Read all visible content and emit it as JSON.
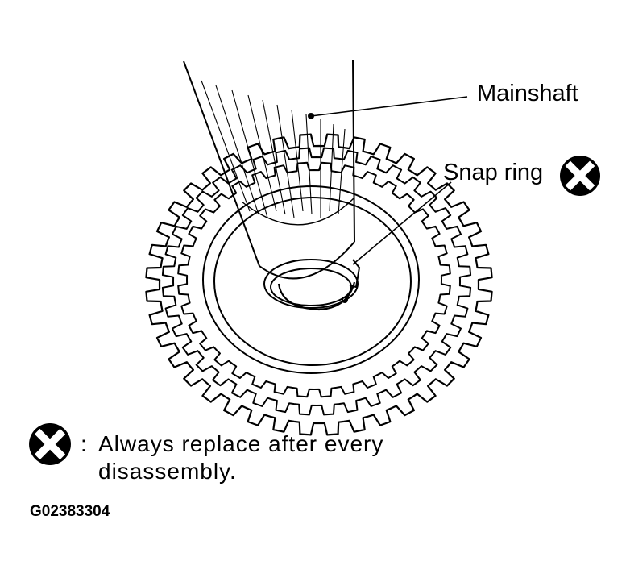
{
  "callouts": {
    "mainshaft": "Mainshaft",
    "snap_ring": "Snap ring"
  },
  "legend": {
    "separator": ":",
    "line1": "Always replace after every",
    "line2": "disassembly."
  },
  "figure_code": "G02383304",
  "icons": {
    "replace_mark": "x-circle-icon"
  },
  "colors": {
    "ink": "#000000",
    "paper": "#ffffff"
  }
}
